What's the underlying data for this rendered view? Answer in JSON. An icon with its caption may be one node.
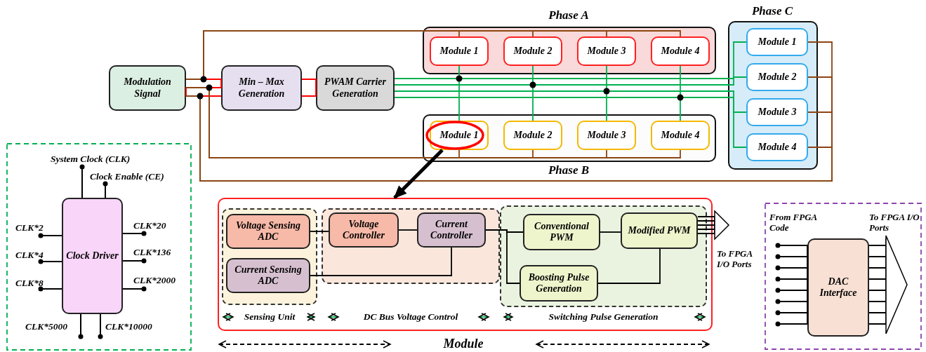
{
  "diagram": {
    "nodes": [
      {
        "text": [
          "Modulation Signal"
        ]
      },
      {
        "text": [
          "Min – Max Generation"
        ]
      },
      {
        "text": [
          "PWAM Carrier Generation"
        ]
      },
      {
        "text": [
          "Phase A"
        ]
      },
      {
        "text": [
          "Module 1"
        ],
        "in": 3
      },
      {
        "text": [
          "Module 2"
        ],
        "in": 3
      },
      {
        "text": [
          "Module 3"
        ],
        "in": 3
      },
      {
        "text": [
          "Module 4"
        ],
        "in": 3
      },
      {
        "text": [
          "Phase B"
        ]
      },
      {
        "text": [
          "Module 1"
        ],
        "in": 8
      },
      {
        "text": [
          "Module 2"
        ],
        "in": 8
      },
      {
        "text": [
          "Module 3"
        ],
        "in": 8
      },
      {
        "text": [
          "Module 4"
        ],
        "in": 8
      },
      {
        "text": [
          "Phase C"
        ]
      },
      {
        "text": [
          "Module 1"
        ],
        "in": 13
      },
      {
        "text": [
          "Module 2"
        ],
        "in": 13
      },
      {
        "text": [
          "Module 3"
        ],
        "in": 13
      },
      {
        "text": [
          "Module 4"
        ],
        "in": 13
      },
      {
        "text": [
          "Module"
        ]
      },
      {
        "text": [
          "Sensing Unit"
        ],
        "in": 18
      },
      {
        "text": [
          "Voltage Sensing ADC"
        ],
        "in": 19
      },
      {
        "text": [
          "Current Sensing ADC"
        ],
        "in": 19
      },
      {
        "text": [
          "DC Bus Voltage Control"
        ],
        "in": 18
      },
      {
        "text": [
          "Voltage Controller"
        ],
        "in": 22
      },
      {
        "text": [
          "Current Controller"
        ],
        "in": 22
      },
      {
        "text": [
          "Switching Pulse Generation"
        ],
        "in": 18
      },
      {
        "text": [
          "Conventional PWM"
        ],
        "in": 25
      },
      {
        "text": [
          "Modified PWM"
        ],
        "in": 25
      },
      {
        "text": [
          "Boosting Pulse Generation"
        ],
        "in": 25
      },
      {
        "text": [
          "To FPGA I/O Ports"
        ]
      },
      {
        "text": [
          "Clock Driver"
        ]
      },
      {
        "text": [
          "From FPGA Code"
        ]
      },
      {
        "text": [
          "DAC Interface"
        ]
      },
      {
        "text": [
          "To FPGA I/O Ports"
        ]
      }
    ],
    "edges": [
      {
        "from": 0,
        "to": 1,
        "arrow": "none",
        "color": "#ff0000"
      },
      {
        "from": 1,
        "to": 2,
        "arrow": "none",
        "color": "#ff0000"
      },
      {
        "from": 2,
        "to": 4,
        "arrow": "none",
        "color": "#00b050"
      },
      {
        "from": 2,
        "to": 5,
        "arrow": "none",
        "color": "#00b050"
      },
      {
        "from": 2,
        "to": 6,
        "arrow": "none",
        "color": "#00b050"
      },
      {
        "from": 2,
        "to": 7,
        "arrow": "none",
        "color": "#00b050"
      },
      {
        "from": 2,
        "to": 9,
        "arrow": "none",
        "color": "#00b050"
      },
      {
        "from": 2,
        "to": 10,
        "arrow": "none",
        "color": "#00b050"
      },
      {
        "from": 2,
        "to": 11,
        "arrow": "none",
        "color": "#00b050"
      },
      {
        "from": 2,
        "to": 12,
        "arrow": "none",
        "color": "#00b050"
      },
      {
        "from": 2,
        "to": 14,
        "arrow": "none",
        "color": "#00b050"
      },
      {
        "from": 2,
        "to": 15,
        "arrow": "none",
        "color": "#00b050"
      },
      {
        "from": 2,
        "to": 16,
        "arrow": "none",
        "color": "#00b050"
      },
      {
        "from": 2,
        "to": 17,
        "arrow": "none",
        "color": "#00b050"
      },
      {
        "from": 0,
        "to": 4,
        "arrow": "none",
        "color": "#8b4513"
      },
      {
        "from": 0,
        "to": 5,
        "arrow": "none",
        "color": "#8b4513"
      },
      {
        "from": 0,
        "to": 6,
        "arrow": "none",
        "color": "#8b4513"
      },
      {
        "from": 0,
        "to": 7,
        "arrow": "none",
        "color": "#8b4513"
      },
      {
        "from": 0,
        "to": 9,
        "arrow": "none",
        "color": "#8b4513"
      },
      {
        "from": 0,
        "to": 10,
        "arrow": "none",
        "color": "#8b4513"
      },
      {
        "from": 0,
        "to": 11,
        "arrow": "none",
        "color": "#8b4513"
      },
      {
        "from": 0,
        "to": 12,
        "arrow": "none",
        "color": "#8b4513"
      },
      {
        "from": 0,
        "to": 14,
        "arrow": "none",
        "color": "#8b4513"
      },
      {
        "from": 0,
        "to": 15,
        "arrow": "none",
        "color": "#8b4513"
      },
      {
        "from": 0,
        "to": 16,
        "arrow": "none",
        "color": "#8b4513"
      },
      {
        "from": 0,
        "to": 17,
        "arrow": "none",
        "color": "#8b4513"
      },
      {
        "from": 9,
        "to": 18,
        "arrow": "to",
        "style": "thick",
        "color": "#000000"
      },
      {
        "from": 20,
        "to": 23,
        "arrow": "none",
        "color": "#000000"
      },
      {
        "from": 23,
        "to": 24,
        "arrow": "none",
        "color": "#000000"
      },
      {
        "from": 21,
        "to": 24,
        "arrow": "none",
        "color": "#000000"
      },
      {
        "from": 24,
        "to": 26,
        "arrow": "none",
        "color": "#000000"
      },
      {
        "from": 24,
        "to": 28,
        "arrow": "none",
        "color": "#000000"
      },
      {
        "from": 26,
        "to": 27,
        "arrow": "none",
        "color": "#000000"
      },
      {
        "from": 28,
        "to": 27,
        "arrow": "none",
        "color": "#000000"
      },
      {
        "from": 27,
        "to": 29,
        "arrow": "to",
        "color": "#000000"
      },
      {
        "from": 31,
        "to": 32,
        "arrow": "other",
        "color": "#000000"
      },
      {
        "from": 32,
        "to": 33,
        "arrow": "to",
        "color": "#000000"
      }
    ],
    "labels": [
      "System Clock (CLK)",
      "Clock Enable (CE)",
      "CLK*2",
      "CLK*20",
      "CLK*4",
      "CLK*136",
      "CLK*8",
      "CLK*2000",
      "CLK*5000",
      "CLK*10000"
    ]
  }
}
